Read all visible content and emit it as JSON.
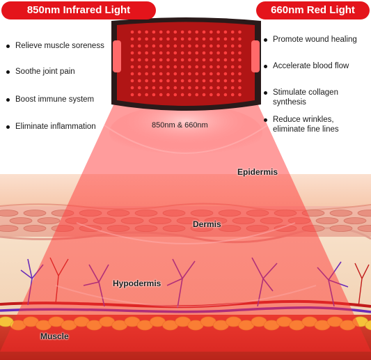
{
  "header": {
    "left_title": "850nm Infrared Light",
    "right_title": "660nm Red Light"
  },
  "left_benefits": [
    "Relieve muscle soreness",
    "Soothe joint pain",
    "Boost immune system",
    "Eliminate inflammation"
  ],
  "right_benefits": [
    "Promote wound healing",
    "Accelerate blood flow",
    "Stimulate collagen\nsynthesis",
    "Reduce wrinkles,\neliminate fine lines"
  ],
  "device": {
    "wavelength_label": "850nm & 660nm"
  },
  "layers": {
    "epidermis": "Epidermis",
    "dermis": "Dermis",
    "hypodermis": "Hypodermis",
    "muscle": "Muscle"
  },
  "colors": {
    "accent_red": "#e4141b",
    "device_body": "#2a1a1a",
    "led": "#ff2b2b",
    "beam": "#ff3b3b"
  }
}
